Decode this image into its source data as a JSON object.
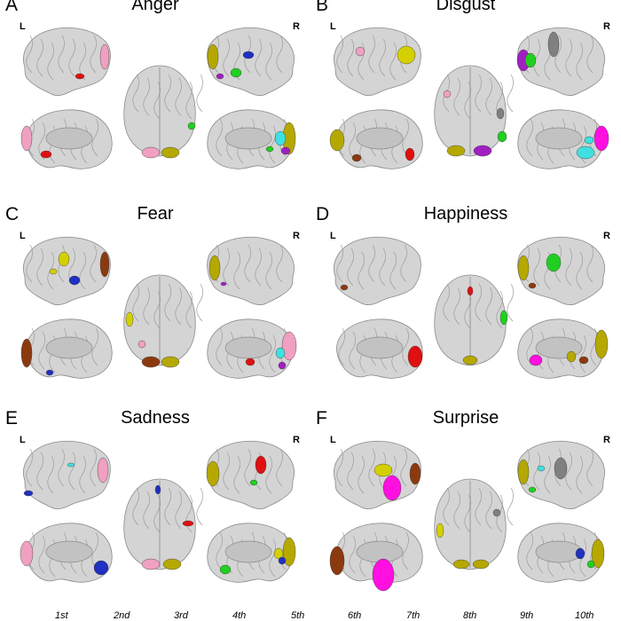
{
  "panels": [
    {
      "letter": "A",
      "title": "Anger",
      "left_label": "L",
      "right_label": "R"
    },
    {
      "letter": "B",
      "title": "Disgust",
      "left_label": "L",
      "right_label": "R"
    },
    {
      "letter": "C",
      "title": "Fear",
      "left_label": "L",
      "right_label": "R"
    },
    {
      "letter": "D",
      "title": "Happiness",
      "left_label": "L",
      "right_label": "R"
    },
    {
      "letter": "E",
      "title": "Sadness",
      "left_label": "L",
      "right_label": "R"
    },
    {
      "letter": "F",
      "title": "Surprise",
      "left_label": "L",
      "right_label": "R"
    }
  ],
  "region_colors": {
    "pink": "#f0a0c0",
    "yellow": "#d4d000",
    "olive": "#b5a800",
    "red": "#e01010",
    "blue": "#2030c0",
    "green": "#20d020",
    "purple": "#a020c0",
    "cyan": "#40e0e0",
    "brown": "#8b3a10",
    "magenta": "#ff10e0",
    "gray": "#808080"
  },
  "legend": {
    "items": [
      "1st",
      "2nd",
      "3rd",
      "4th",
      "5th",
      "6th",
      "7th",
      "8th",
      "9th",
      "10th"
    ]
  }
}
